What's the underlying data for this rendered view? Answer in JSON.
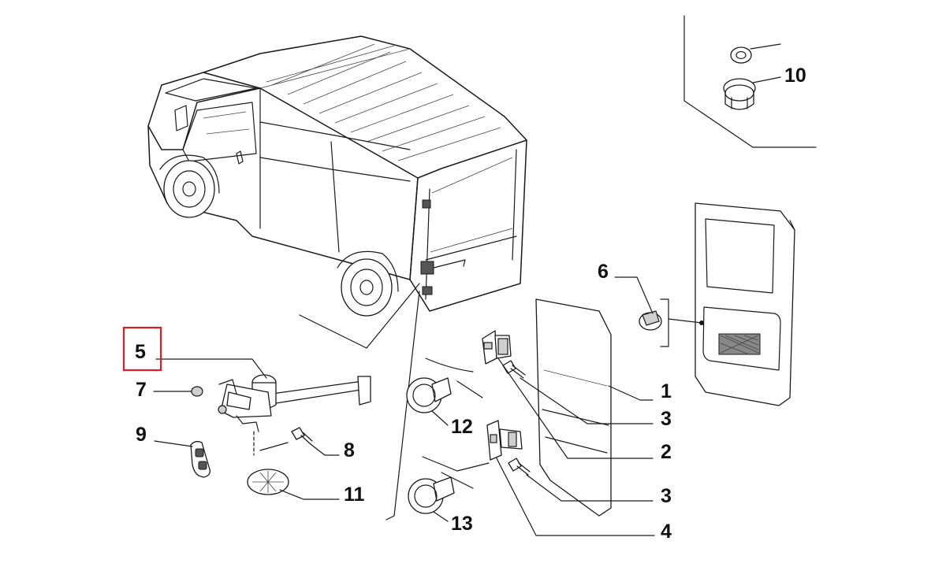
{
  "callouts": [
    {
      "key": "c1",
      "text": "1"
    },
    {
      "key": "c2",
      "text": "2"
    },
    {
      "key": "c3a",
      "text": "3"
    },
    {
      "key": "c3b",
      "text": "3"
    },
    {
      "key": "c4",
      "text": "4"
    },
    {
      "key": "c5",
      "text": "5"
    },
    {
      "key": "c6",
      "text": "6"
    },
    {
      "key": "c7",
      "text": "7"
    },
    {
      "key": "c8",
      "text": "8"
    },
    {
      "key": "c9",
      "text": "9"
    },
    {
      "key": "c10",
      "text": "10"
    },
    {
      "key": "c11",
      "text": "11"
    },
    {
      "key": "c12",
      "text": "12"
    },
    {
      "key": "c13",
      "text": "13"
    }
  ],
  "highlight": {
    "target": "5",
    "color": "#e01b24"
  }
}
